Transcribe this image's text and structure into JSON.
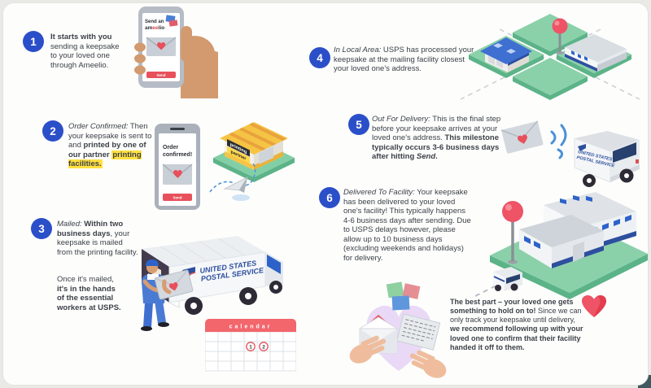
{
  "steps": [
    {
      "number": "1",
      "segments": [
        {
          "t": "It starts with you",
          "s": "b"
        },
        {
          "t": " sending a keepsake to your loved one through Ameelio.",
          "s": "n"
        }
      ]
    },
    {
      "number": "2",
      "segments": [
        {
          "t": "Order Confirmed:",
          "s": "i"
        },
        {
          "t": " Then your keepsake is sent to and ",
          "s": "n"
        },
        {
          "t": "printed by one of our partner ",
          "s": "b"
        },
        {
          "t": "printing facilities.",
          "s": "hb"
        }
      ]
    },
    {
      "number": "3",
      "segments": [
        {
          "t": "Mailed:",
          "s": "i"
        },
        {
          "t": " ",
          "s": "n"
        },
        {
          "t": "Within two business days",
          "s": "b"
        },
        {
          "t": ", your keepsake is mailed from the printing facility.",
          "s": "n"
        }
      ],
      "segments2": [
        {
          "t": "Once it's mailed, ",
          "s": "n"
        },
        {
          "t": "it's in the hands of the essential workers at USPS.",
          "s": "b"
        }
      ]
    },
    {
      "number": "4",
      "segments": [
        {
          "t": "In Local Area:",
          "s": "i"
        },
        {
          "t": " USPS has processed your keepsake at the mailing facility closest your loved one's address.",
          "s": "n"
        }
      ]
    },
    {
      "number": "5",
      "segments": [
        {
          "t": "Out For Delivery:",
          "s": "i"
        },
        {
          "t": " This is the final step before your keepsake arrives at your loved one's address. ",
          "s": "n"
        },
        {
          "t": "This milestone typically occurs 3-6 business days after hitting ",
          "s": "b"
        },
        {
          "t": "Send",
          "s": "bi"
        },
        {
          "t": ".",
          "s": "b"
        }
      ]
    },
    {
      "number": "6",
      "segments": [
        {
          "t": "Delivered To Facility:",
          "s": "i"
        },
        {
          "t": " Your keepsake has been delivered to your loved one's facility! This typically happens 4-6 business days after sending. Due to USPS delays however, please allow up to 10 business days (excluding weekends and holidays) for delivery.",
          "s": "n"
        }
      ]
    }
  ],
  "note": {
    "segments": [
      {
        "t": "The best part – your loved one gets something to hold on to!",
        "s": "b"
      },
      {
        "t": " Since we can only track your keepsake until delivery, ",
        "s": "n"
      },
      {
        "t": "we recommend following up with your loved one to confirm that their facility handed it off to them.",
        "s": "b"
      }
    ]
  },
  "phone1": {
    "header": "Send an",
    "brand_a": "am",
    "brand_b": "ee",
    "brand_c": "lio",
    "button": "Send"
  },
  "phone2": {
    "line1": "Order",
    "line2": "confirmed!",
    "button": "Send"
  },
  "printing_building": {
    "label_line1": "printing",
    "label_line2": "partner"
  },
  "usps_wordmark": {
    "line1": "UNITED STATES",
    "line2": "POSTAL SERVICE"
  },
  "calendar": {
    "title": "calendar",
    "day1": "1",
    "day2": "2"
  },
  "colors": {
    "badge_blue": "#2b4fc8",
    "highlight_yellow": "#ffe141",
    "accent_red": "#e8505b",
    "usps_blue": "#2d4f9e",
    "tile_green": "#8ad1aa",
    "heart_purple": "#e9d9f6"
  }
}
